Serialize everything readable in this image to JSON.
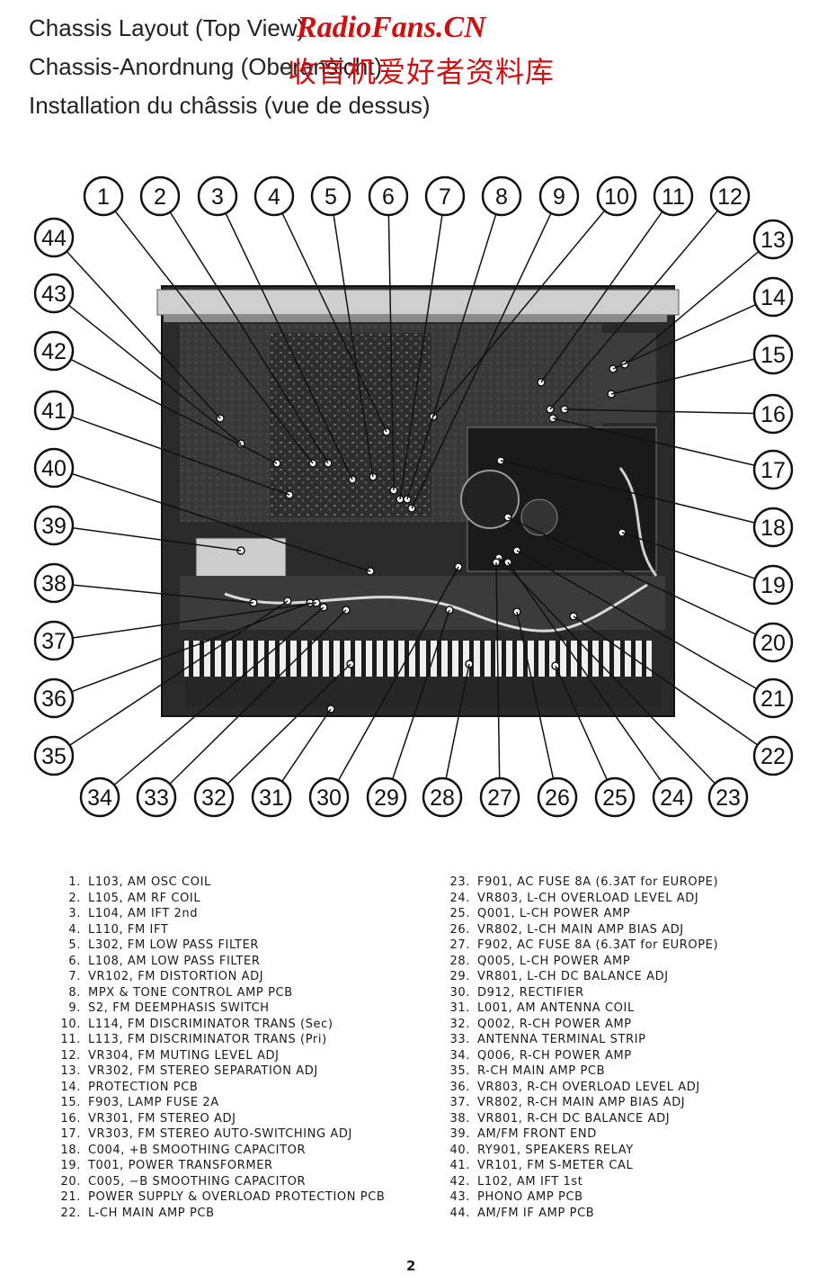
{
  "titles": [
    "Chassis Layout (Top View)",
    "Chassis-Anordnung (Oberansicht)",
    "Installation du châssis (vue de dessus)"
  ],
  "watermark": {
    "latin": "RadioFans.CN",
    "chinese": "收音机爱好者资料库",
    "color": "#d01010"
  },
  "callouts": {
    "top": [
      "1",
      "2",
      "3",
      "4",
      "5",
      "6",
      "7",
      "8",
      "9",
      "10",
      "11",
      "12"
    ],
    "right": [
      "13",
      "14",
      "15",
      "16",
      "17",
      "18",
      "19",
      "20",
      "21",
      "22"
    ],
    "bottom": [
      "34",
      "33",
      "32",
      "31",
      "30",
      "29",
      "28",
      "27",
      "26",
      "25",
      "24",
      "23"
    ],
    "left": [
      "44",
      "43",
      "42",
      "41",
      "40",
      "39",
      "38",
      "37",
      "36",
      "35"
    ]
  },
  "legend": [
    {
      "n": "1.",
      "text": "L103, AM OSC COIL"
    },
    {
      "n": "2.",
      "text": "L105, AM RF COIL"
    },
    {
      "n": "3.",
      "text": "L104, AM IFT 2nd"
    },
    {
      "n": "4.",
      "text": "L110, FM IFT"
    },
    {
      "n": "5.",
      "text": "L302, FM LOW PASS FILTER"
    },
    {
      "n": "6.",
      "text": "L108, AM LOW PASS FILTER"
    },
    {
      "n": "7.",
      "text": "VR102, FM DISTORTION ADJ"
    },
    {
      "n": "8.",
      "text": "MPX & TONE CONTROL AMP PCB"
    },
    {
      "n": "9.",
      "text": "S2, FM DEEMPHASIS SWITCH"
    },
    {
      "n": "10.",
      "text": "L114, FM DISCRIMINATOR TRANS (Sec)"
    },
    {
      "n": "11.",
      "text": "L113, FM DISCRIMINATOR TRANS (Pri)"
    },
    {
      "n": "12.",
      "text": "VR304, FM MUTING LEVEL ADJ"
    },
    {
      "n": "13.",
      "text": "VR302, FM STEREO SEPARATION ADJ"
    },
    {
      "n": "14.",
      "text": "PROTECTION PCB"
    },
    {
      "n": "15.",
      "text": "F903, LAMP FUSE 2A"
    },
    {
      "n": "16.",
      "text": "VR301, FM STEREO ADJ"
    },
    {
      "n": "17.",
      "text": "VR303, FM STEREO AUTO-SWITCHING ADJ"
    },
    {
      "n": "18.",
      "text": "C004, +B SMOOTHING CAPACITOR"
    },
    {
      "n": "19.",
      "text": "T001, POWER TRANSFORMER"
    },
    {
      "n": "20.",
      "text": "C005, −B SMOOTHING CAPACITOR"
    },
    {
      "n": "21.",
      "text": "POWER SUPPLY & OVERLOAD PROTECTION PCB"
    },
    {
      "n": "22.",
      "text": "L-CH MAIN AMP PCB"
    },
    {
      "n": "23.",
      "text": "F901, AC FUSE 8A (6.3AT for EUROPE)"
    },
    {
      "n": "24.",
      "text": "VR803, L-CH OVERLOAD LEVEL ADJ"
    },
    {
      "n": "25.",
      "text": "Q001, L-CH POWER AMP"
    },
    {
      "n": "26.",
      "text": "VR802, L-CH MAIN AMP BIAS ADJ"
    },
    {
      "n": "27.",
      "text": "F902, AC FUSE 8A (6.3AT for EUROPE)"
    },
    {
      "n": "28.",
      "text": "Q005, L-CH POWER AMP"
    },
    {
      "n": "29.",
      "text": "VR801, L-CH DC BALANCE ADJ"
    },
    {
      "n": "30.",
      "text": "D912, RECTIFIER"
    },
    {
      "n": "31.",
      "text": "L001, AM ANTENNA COIL"
    },
    {
      "n": "32.",
      "text": "Q002, R-CH POWER AMP"
    },
    {
      "n": "33.",
      "text": "ANTENNA TERMINAL STRIP"
    },
    {
      "n": "34.",
      "text": "Q006, R-CH POWER AMP"
    },
    {
      "n": "35.",
      "text": "R-CH MAIN AMP PCB"
    },
    {
      "n": "36.",
      "text": "VR803, R-CH OVERLOAD LEVEL ADJ"
    },
    {
      "n": "37.",
      "text": "VR802, R-CH MAIN AMP BIAS ADJ"
    },
    {
      "n": "38.",
      "text": "VR801, R-CH DC BALANCE ADJ"
    },
    {
      "n": "39.",
      "text": "AM/FM FRONT END"
    },
    {
      "n": "40.",
      "text": "RY901, SPEAKERS RELAY"
    },
    {
      "n": "41.",
      "text": "VR101, FM S-METER CAL"
    },
    {
      "n": "42.",
      "text": "L102, AM IFT 1st"
    },
    {
      "n": "43.",
      "text": "PHONO AMP PCB"
    },
    {
      "n": "44.",
      "text": "AM/FM IF AMP PCB"
    }
  ],
  "page_number": "2"
}
